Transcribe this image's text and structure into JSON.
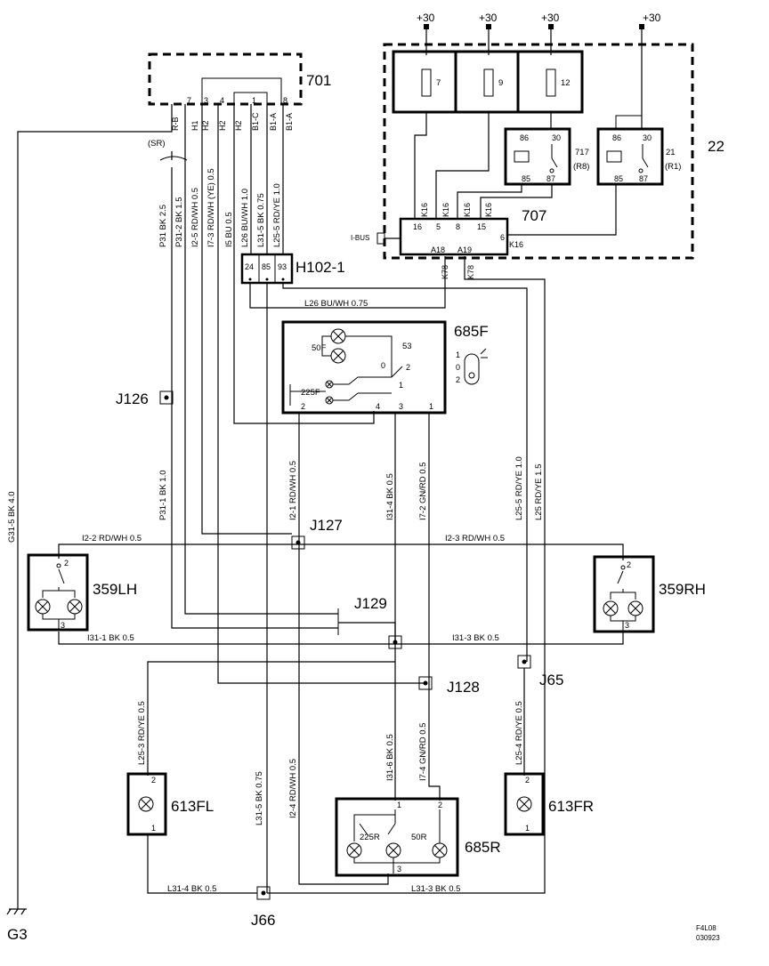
{
  "supply": {
    "label": "+30"
  },
  "components": {
    "c701": "701",
    "c22": "22",
    "c707": "707",
    "c717": "717",
    "c717_sub": "(R8)",
    "c21": "21",
    "c21_sub": "(R1)",
    "h102": "H102-1",
    "c685f": "685F",
    "c685r": "685R",
    "lh": "359LH",
    "rh": "359RH",
    "fl": "613FL",
    "fr": "613FR",
    "g3": "G3",
    "j126": "J126",
    "j127": "J127",
    "j129": "J129",
    "j128": "J128",
    "j65": "J65",
    "j66": "J66"
  },
  "fuses": [
    "7",
    "9",
    "12"
  ],
  "relay_pins": {
    "p86": "86",
    "p30": "30",
    "p85": "85",
    "p87": "87"
  },
  "pins_701": [
    "R-B",
    "H1",
    "H2",
    "H2",
    "H2",
    "B1-C",
    "B1-A",
    "B1-A"
  ],
  "pinnum_701": [
    "7",
    "3",
    "4",
    "1",
    "8"
  ],
  "sr": "(SR)",
  "pins_707": [
    "16",
    "5",
    "8",
    "15",
    "6"
  ],
  "k16": "K16",
  "k78": "K78",
  "ibus": "I-BUS",
  "a18": "A18",
  "a19": "A19",
  "h102_pins": [
    "24",
    "85",
    "93"
  ],
  "f685": {
    "l50f": "50F",
    "l53": "53",
    "l225f": "225F",
    "p0": "0",
    "p1": "1",
    "p2": "2",
    "p3": "3",
    "p4": "4",
    "sw": [
      "1",
      "0",
      "2"
    ]
  },
  "r685": {
    "p1": "1",
    "p2": "2",
    "p3": "3",
    "l225r": "225R",
    "l50r": "50R"
  },
  "pin2": "2",
  "pin3": "3",
  "pin1": "1",
  "wires": {
    "p31": "P31  BK  2.5",
    "p312": "P31-2  BK  1.5",
    "i25": "I2-5  RD/WH  0.5",
    "i73": "I7-3  RD/WH (YE)  0.5",
    "i5": "I5  BU  0.5",
    "l26v": "L26  BU/WH  1.0",
    "l315": "L31-5  BK  0.75",
    "l255": "L25-5  RD/YE  1.0",
    "l26h": "L26   BU/WH  0.75",
    "g315": "G31-5  BK  4.0",
    "p311": "P31-1  BK  1.0",
    "i21": "I2-1  RD/WH  0.5",
    "i314": "I31-4  BK  0.5",
    "i72": "I7-2  GN/RD  0.5",
    "l255b": "L25-5  RD/YE  1.0",
    "l25": "L25   RD/YE  1.5",
    "i22": "I2-2  RD/WH  0.5",
    "i23": "I2-3  RD/WH  0.5",
    "i311": "I31-1   BK   0.5",
    "i313": "I31-3  BK   0.5",
    "l253": "L25-3  RD/YE  0.5",
    "l315b": "L31-5  BK  0.75",
    "i24": "I2-4  RD/WH  0.5",
    "i316": "I31-6  BK  0.5",
    "i74": "I7-4  GN/RD  0.5",
    "l254": "L25-4  RD/YE  0.5",
    "l314": "L31-4   BK   0.5",
    "l313": "L31-3   BK   0.5"
  },
  "footer": {
    "code1": "F4L08",
    "code2": "030923"
  }
}
